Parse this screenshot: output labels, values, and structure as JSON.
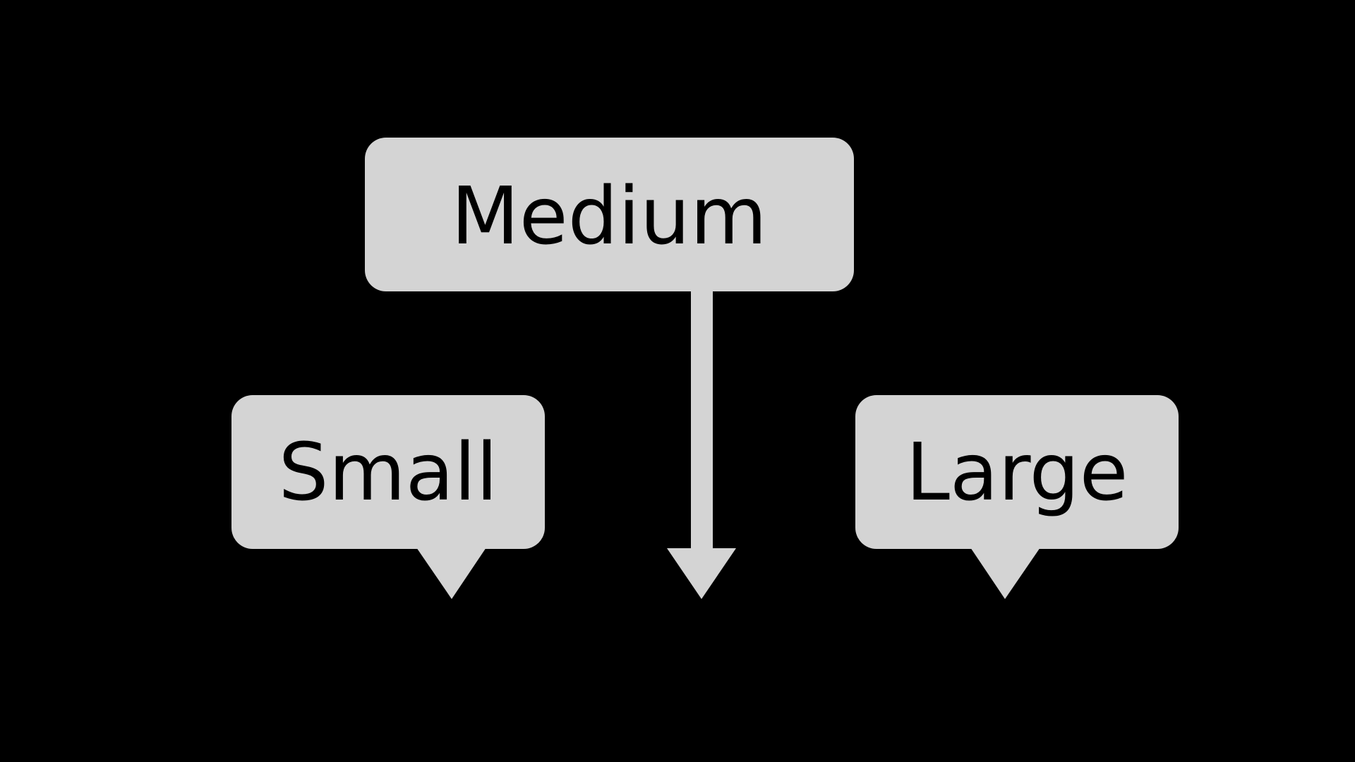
{
  "colors": {
    "background": "#000000",
    "callout_fill": "#d4d4d4",
    "text": "#000000"
  },
  "callouts": {
    "medium": {
      "label": "Medium"
    },
    "small": {
      "label": "Small"
    },
    "large": {
      "label": "Large"
    }
  }
}
